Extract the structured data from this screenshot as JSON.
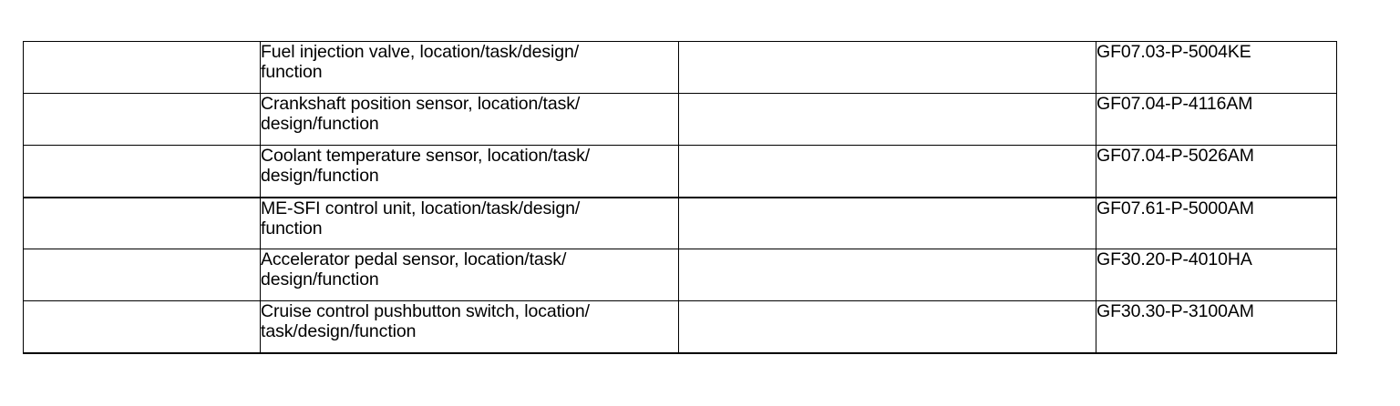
{
  "document": {
    "type": "reference-table",
    "background_color": "#ffffff",
    "text_color": "#000000",
    "border_color": "#000000"
  },
  "table": {
    "column_count": 4,
    "row_count": 6,
    "columns": [
      {
        "key": "index",
        "header": ""
      },
      {
        "key": "title",
        "header": ""
      },
      {
        "key": "blank",
        "header": ""
      },
      {
        "key": "document_number",
        "header": ""
      }
    ],
    "rows": [
      {
        "index": "",
        "title": "Fuel injection valve, location/task/design/\nfunction",
        "blank": "",
        "document_number": "GF07.03-P-5004KE"
      },
      {
        "index": "",
        "title": "Crankshaft position sensor, location/task/\ndesign/function",
        "blank": "",
        "document_number": "GF07.04-P-4116AM"
      },
      {
        "index": "",
        "title": "Coolant temperature sensor, location/task/\ndesign/function",
        "blank": "",
        "document_number": "GF07.04-P-5026AM"
      },
      {
        "index": "",
        "title": "ME-SFI control unit, location/task/design/\nfunction",
        "blank": "",
        "document_number": "GF07.61-P-5000AM"
      },
      {
        "index": "",
        "title": "Accelerator pedal sensor, location/task/\ndesign/function",
        "blank": "",
        "document_number": "GF30.20-P-4010HA"
      },
      {
        "index": "",
        "title": "Cruise control pushbutton switch, location/\ntask/design/function",
        "blank": "",
        "document_number": "GF30.30-P-3100AM"
      }
    ]
  }
}
